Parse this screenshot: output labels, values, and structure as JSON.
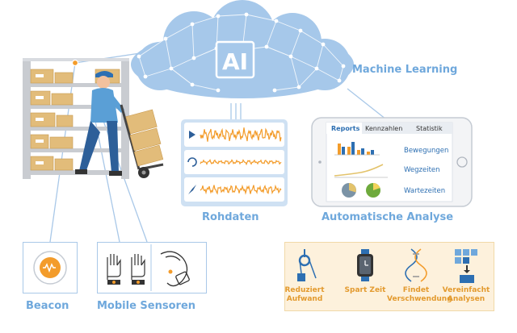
{
  "cloud": {
    "center_label": "AI",
    "side_label": "Machine Learning"
  },
  "rohdaten": {
    "label": "Rohdaten",
    "rows": [
      {
        "icon": "play-icon"
      },
      {
        "icon": "rotate-icon"
      },
      {
        "icon": "compass-icon"
      }
    ]
  },
  "analysis": {
    "label": "Automatische Analyse",
    "tabs": [
      "Reports",
      "Kennzahlen",
      "Statistik"
    ],
    "rows": [
      "Bewegungen",
      "Wegzeiten",
      "Wartezeiten"
    ]
  },
  "beacon": {
    "label": "Beacon"
  },
  "sensors": {
    "label": "Mobile Sensoren"
  },
  "benefits": [
    {
      "icon": "pulley-icon",
      "label": "Reduziert Aufwand"
    },
    {
      "icon": "watch-icon",
      "label": "Spart Zeit"
    },
    {
      "icon": "dna-icon",
      "label": "Findet Verschwendung"
    },
    {
      "icon": "boxes-icon",
      "label": "Vereinfacht Analysen"
    }
  ],
  "colors": {
    "accent_blue": "#6fa8dc",
    "cloud_blue": "#a6c8ea",
    "orange": "#f39c2b",
    "benefit_bg": "#fdf1dc"
  }
}
